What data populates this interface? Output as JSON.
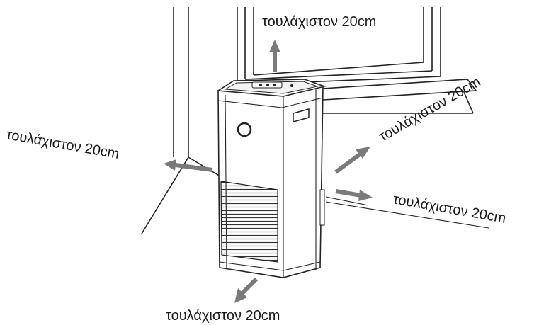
{
  "labels": {
    "top": "τουλάχιστον  20cm",
    "back_right": "τουλάχιστον  20cm",
    "left": "τουλάχιστον  20cm",
    "right": "τουλάχιστον  20cm",
    "front": "τουλάχιστον  20cm"
  },
  "colors": {
    "arrow": "#7a7a7a",
    "line": "#222222",
    "background": "#ffffff"
  },
  "icons": {
    "power_button": "power-ring-icon",
    "handle": "handle-slot-icon"
  }
}
